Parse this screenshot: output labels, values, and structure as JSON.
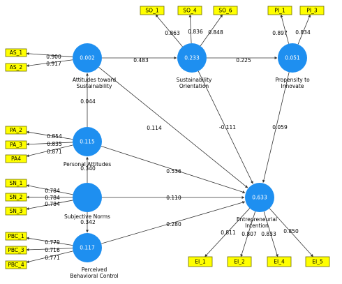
{
  "constructs": [
    {
      "id": "ats",
      "value": "0.002",
      "name_lines": [
        "Attitudes toward",
        "Sustainability"
      ]
    },
    {
      "id": "so",
      "value": "0.233",
      "name_lines": [
        "Sustainability",
        "Orientation"
      ]
    },
    {
      "id": "pi",
      "value": "0.051",
      "name_lines": [
        "Propensity to",
        "Innovate"
      ]
    },
    {
      "id": "pa",
      "value": "0.115",
      "name_lines": [
        "Personal Attitudes"
      ]
    },
    {
      "id": "sn",
      "value": "",
      "name_lines": [
        "Subjective Norms"
      ]
    },
    {
      "id": "pbc",
      "value": "0.117",
      "name_lines": [
        "Perceived",
        "Behavioral Control"
      ]
    },
    {
      "id": "ei",
      "value": "0.633",
      "name_lines": [
        "Entrepreneurial",
        "Intention"
      ]
    }
  ],
  "indicators": [
    {
      "id": "AS_1",
      "label": "AS_1",
      "construct": "ats",
      "loading": "0.900"
    },
    {
      "id": "AS_2",
      "label": "AS_2",
      "construct": "ats",
      "loading": "0.917"
    },
    {
      "id": "SO_1",
      "label": "SO_1",
      "construct": "so",
      "loading": "0.863"
    },
    {
      "id": "SO_4",
      "label": "SO_4",
      "construct": "so",
      "loading": "0.836"
    },
    {
      "id": "SO_6",
      "label": "SO_6",
      "construct": "so",
      "loading": "0.848"
    },
    {
      "id": "PI_1",
      "label": "PI_1",
      "construct": "pi",
      "loading": "0.897"
    },
    {
      "id": "PI_3",
      "label": "PI_3",
      "construct": "pi",
      "loading": "0.834"
    },
    {
      "id": "PA_2",
      "label": "PA_2",
      "construct": "pa",
      "loading": "0.854"
    },
    {
      "id": "PA_3",
      "label": "PA_3",
      "construct": "pa",
      "loading": "0.835"
    },
    {
      "id": "PA4",
      "label": "PA4",
      "construct": "pa",
      "loading": "0.871"
    },
    {
      "id": "SN_1",
      "label": "SN_1",
      "construct": "sn",
      "loading": "0.784"
    },
    {
      "id": "SN_2",
      "label": "SN_2",
      "construct": "sn",
      "loading": "0.784"
    },
    {
      "id": "SN_3",
      "label": "SN_3",
      "construct": "sn",
      "loading": "0.784"
    },
    {
      "id": "PBC_1",
      "label": "PBC_1",
      "construct": "pbc",
      "loading": "0.779"
    },
    {
      "id": "PBC_3",
      "label": "PBC_3",
      "construct": "pbc",
      "loading": "0.716"
    },
    {
      "id": "PBC_4",
      "label": "PBC_4",
      "construct": "pbc",
      "loading": "0.771"
    },
    {
      "id": "EI_1",
      "label": "EI_1",
      "construct": "ei",
      "loading": "0.811"
    },
    {
      "id": "EI_2",
      "label": "EI_2",
      "construct": "ei",
      "loading": "0.807"
    },
    {
      "id": "EI_4",
      "label": "EI_4",
      "construct": "ei",
      "loading": "0.833"
    },
    {
      "id": "EI_5",
      "label": "EI_5",
      "construct": "ei",
      "loading": "0.850"
    }
  ],
  "paths": [
    {
      "from": "ats",
      "to": "so",
      "coef": "0.483"
    },
    {
      "from": "so",
      "to": "pi",
      "coef": "0.225"
    },
    {
      "from": "pa",
      "to": "ats",
      "coef": "0.044"
    },
    {
      "from": "ats",
      "to": "ei",
      "coef": "0.114"
    },
    {
      "from": "so",
      "to": "ei",
      "coef": "-0.111"
    },
    {
      "from": "pi",
      "to": "ei",
      "coef": "0.059"
    },
    {
      "from": "pa",
      "to": "ei",
      "coef": "0.536"
    },
    {
      "from": "sn",
      "to": "ei",
      "coef": "0.110"
    },
    {
      "from": "pbc",
      "to": "ei",
      "coef": "0.280"
    },
    {
      "from": "sn",
      "to": "pa",
      "coef": "0.340"
    },
    {
      "from": "sn",
      "to": "pbc",
      "coef": "0.342"
    }
  ],
  "colors": {
    "construct": "#1e8ff0",
    "indicator": "#ffff00",
    "edge": "#333333"
  }
}
